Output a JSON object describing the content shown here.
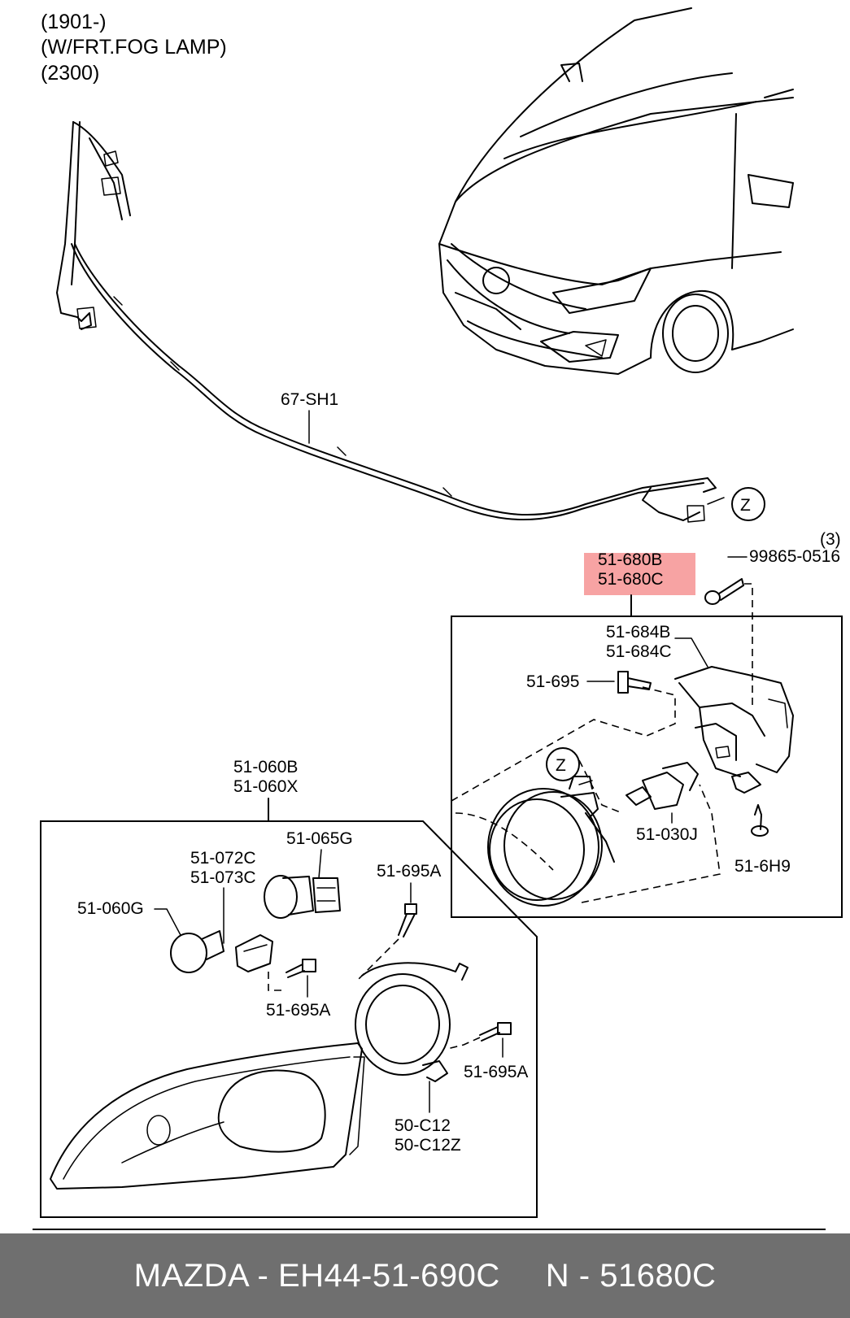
{
  "header": {
    "line1": "(1901-)",
    "line2": "(W/FRT.FOG LAMP)",
    "line3": "(2300)"
  },
  "parts": {
    "harness": "67-SH1",
    "z_top": "Z",
    "z_mid": "Z",
    "screw_qty": "(3)",
    "screw": "99865-0516",
    "fog_assy_1": "51-680B",
    "fog_assy_2": "51-680C",
    "bracket_1": "51-684B",
    "bracket_2": "51-684C",
    "bolt": "51-695",
    "bulb_fog": "51-030J",
    "clip": "51-6H9",
    "head_assy_1": "51-060B",
    "head_assy_2": "51-060X",
    "socket": "51-065G",
    "socket_1": "51-072C",
    "socket_2": "51-073C",
    "bulb": "51-060G",
    "screw_a1": "51-695A",
    "screw_a2": "51-695A",
    "screw_a3": "51-695A",
    "bezel_1": "50-C12",
    "bezel_2": "50-C12Z"
  },
  "footer": {
    "brand_part": "MAZDA - EH44-51-690C",
    "n_part": "N - 51680C"
  },
  "colors": {
    "highlight": "#f26a6a",
    "footer_bg": "#6f6f6f",
    "footer_text": "#ffffff"
  }
}
